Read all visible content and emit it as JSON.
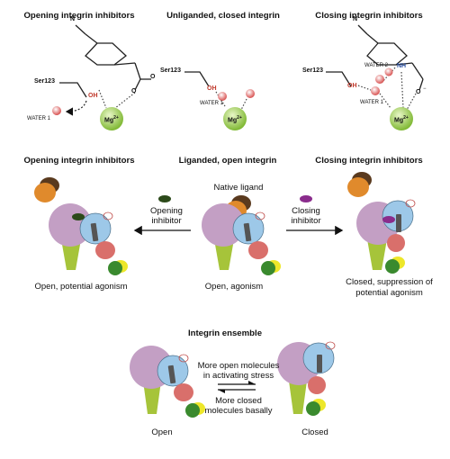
{
  "top": {
    "left_title": "Opening integrin inhibitors",
    "mid_title": "Unliganded, closed integrin",
    "right_title": "Closing integrin inhibitors",
    "ser_label": "Ser123",
    "oh_label": "OH",
    "water1_label": "WATER 1",
    "water2_label": "WATER 2",
    "nh_label": "NH",
    "mg_label": "Mg",
    "mg_charge": "2+",
    "o_label": "O",
    "n_label": "N",
    "minus_label": "−"
  },
  "middle": {
    "left_title": "Opening integrin inhibitors",
    "mid_title": "Liganded, open integrin",
    "right_title": "Closing integrin inhibitors",
    "native_ligand": "Native ligand",
    "opening_inhibitor_line1": "Opening",
    "opening_inhibitor_line2": "inhibitor",
    "closing_inhibitor_line1": "Closing",
    "closing_inhibitor_line2": "inhibitor",
    "left_caption": "Open, potential agonism",
    "mid_caption": "Open, agonism",
    "right_caption_line1": "Closed, suppression of",
    "right_caption_line2": "potential agonism"
  },
  "bottom": {
    "title": "Integrin ensemble",
    "upper_line1": "More open molecules",
    "upper_line2": "in activating stress",
    "lower_line1": "More closed",
    "lower_line2": "molecules basally",
    "left_caption": "Open",
    "right_caption": "Closed"
  },
  "colors": {
    "purple": "#c39fc4",
    "blue": "#9dc8e8",
    "green_stem": "#a6c43a",
    "red": "#d96f6b",
    "yellow": "#ede72a",
    "dark_green": "#3a8a2e",
    "brown": "#5a3a1e",
    "orange": "#e08a2c",
    "magenta": "#8a2c8c",
    "mg_green": "#8dc63f",
    "water": "#e06a6a"
  }
}
